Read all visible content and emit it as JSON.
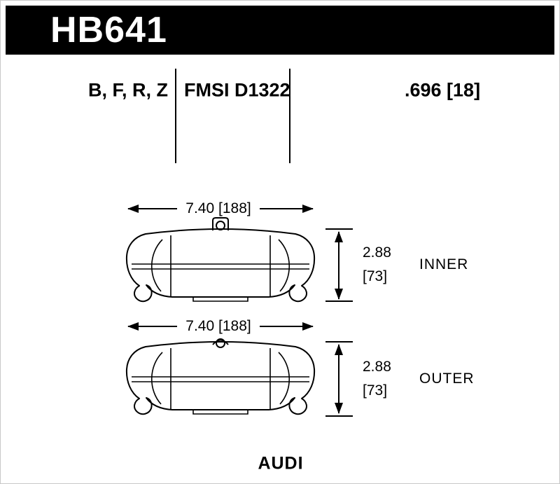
{
  "title_bar": {
    "part_number": "HB641"
  },
  "spec_header": {
    "compounds": "B, F, R, Z",
    "fmsi": "FMSI D1322",
    "pad_thickness": ".696 [18]"
  },
  "diagrams": [
    {
      "position": "INNER",
      "width_dim": "7.40 [188]",
      "height_dim_in": "2.88",
      "height_dim_mm": "[73]"
    },
    {
      "position": "OUTER",
      "width_dim": "7.40 [188]",
      "height_dim_in": "2.88",
      "height_dim_mm": "[73]"
    }
  ],
  "application": "AUDI",
  "colors": {
    "bar_background": "#000000",
    "bar_text": "#ffffff",
    "ink": "#000000",
    "background": "#ffffff"
  }
}
